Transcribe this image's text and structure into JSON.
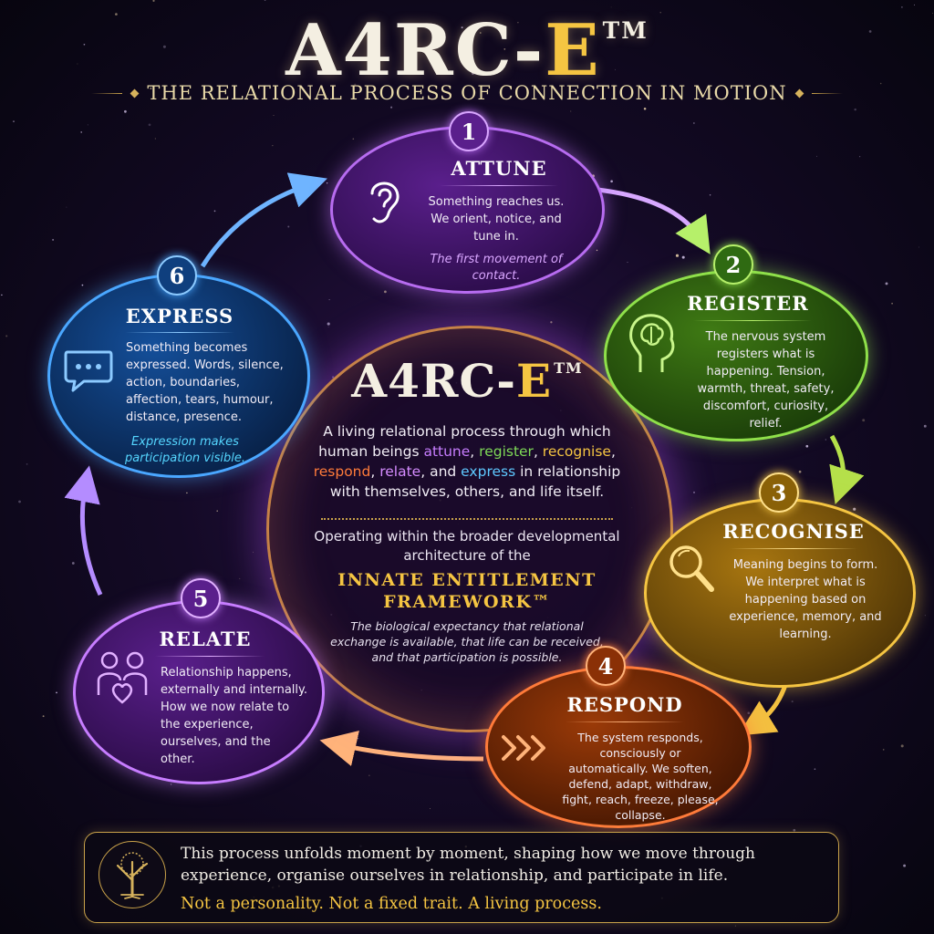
{
  "header": {
    "title_main": "A4RC-",
    "title_e": "E",
    "title_tm": "TM",
    "subtitle": "THE RELATIONAL PROCESS OF CONNECTION IN MOTION"
  },
  "center": {
    "title_main": "A4RC-",
    "title_e": "E",
    "title_tm": "TM",
    "desc_1": "A living relational process through which human beings ",
    "w_attune": "attune",
    "sep_1": ", ",
    "w_register": "register",
    "sep_2": ", ",
    "w_recognise": "recognise",
    "sep_3": ", ",
    "w_respond": "respond",
    "sep_4": ", ",
    "w_relate": "relate",
    "sep_5": ", and ",
    "w_express": "express",
    "desc_2": " in relationship with themselves, others, and life itself.",
    "operating": "Operating within the broader developmental architecture of the",
    "framework_line1": "INNATE ENTITLEMENT",
    "framework_line2": "FRAMEWORK™",
    "biological": "The biological expectancy that relational exchange is available, that life can be received, and that participation is possible."
  },
  "steps": [
    {
      "number": "1",
      "title": "ATTUNE",
      "icon": "ear-icon",
      "text": "Something reaches us. We orient, notice, and tune in.",
      "note": "The first movement of contact.",
      "color": "#8a3fd1"
    },
    {
      "number": "2",
      "title": "REGISTER",
      "icon": "brain-head-icon",
      "text": "The nervous system registers what is happening. Tension, warmth, threat, safety, discomfort, curiosity, relief.",
      "color": "#4f9a1f"
    },
    {
      "number": "3",
      "title": "RECOGNISE",
      "icon": "magnifier-icon",
      "text": "Meaning begins to form. We interpret what is happening based on experience, memory, and learning.",
      "color": "#c99a12"
    },
    {
      "number": "4",
      "title": "RESPOND",
      "icon": "chevrons-icon",
      "text": "The system responds, consciously or automatically. We soften, defend, adapt, withdraw, fight, reach, freeze, please, collapse.",
      "color": "#c9500f"
    },
    {
      "number": "5",
      "title": "RELATE",
      "icon": "two-people-heart-icon",
      "text": "Relationship happens, externally and internally. How we now relate to the experience, ourselves, and the other.",
      "color": "#7b2fb8"
    },
    {
      "number": "6",
      "title": "EXPRESS",
      "icon": "speech-bubble-icon",
      "text": "Something becomes expressed. Words, silence, action, boundaries, affection, tears, humour, distance, presence.",
      "note": "Expression makes participation visible.",
      "color": "#1f6fd1"
    }
  ],
  "footer": {
    "icon": "tree-icon",
    "text": "This process unfolds moment by moment, shaping how we move through experience, organise ourselves in relationship, and participate in life.",
    "tagline": "Not a personality. Not a fixed trait. A living process."
  }
}
